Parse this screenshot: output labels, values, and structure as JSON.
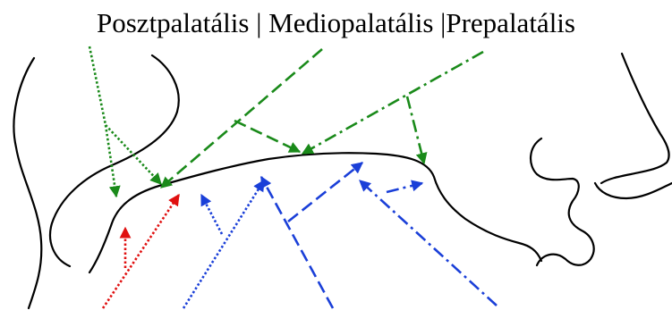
{
  "title": "Posztpalatális | Mediopalatális |Prepalatális",
  "colors": {
    "outline": "#000000",
    "posztpalatalis": "#1a8a1a",
    "mediopalatalis": "#1a8a1a",
    "prepalatalis": "#1a8a1a",
    "red": "#e01010",
    "blue": "#1a3fd8"
  },
  "line_styles": {
    "posztpalatalis": "dotted",
    "mediopalatalis": "dashed",
    "prepalatalis": "dash-dot"
  }
}
